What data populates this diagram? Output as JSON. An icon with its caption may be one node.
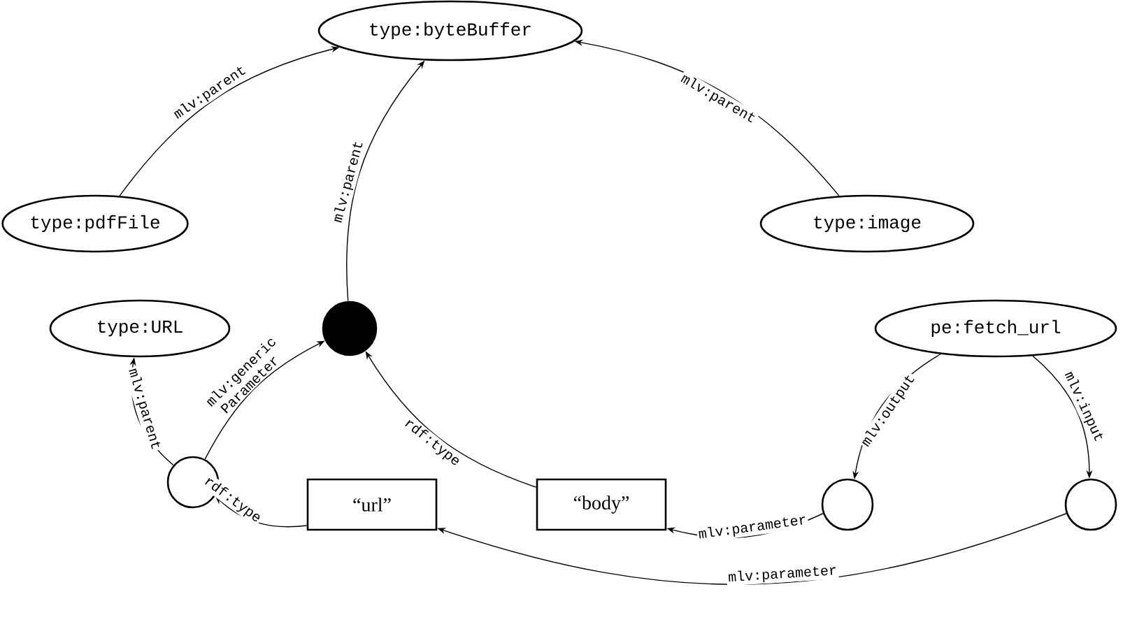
{
  "diagram": {
    "nodes": [
      {
        "text": [
          "type:byteBuffer"
        ]
      },
      {
        "text": [
          "type:pdfFile"
        ]
      },
      {
        "text": [
          "type:image"
        ]
      },
      {
        "text": [
          "type:URL"
        ]
      },
      {
        "text": [],
        "shape": "circle"
      },
      {
        "text": [
          "pe:fetch_url"
        ]
      },
      {
        "text": [],
        "shape": "circle"
      },
      {
        "text": [
          "“url”"
        ]
      },
      {
        "text": [
          "“body”"
        ]
      },
      {
        "text": [],
        "shape": "circle"
      },
      {
        "text": [],
        "shape": "circle"
      }
    ],
    "edges": [
      {
        "from": 1,
        "to": 0,
        "arrow": "to",
        "label": "mlv:parent"
      },
      {
        "from": 4,
        "to": 0,
        "arrow": "to",
        "label": "mlv:parent"
      },
      {
        "from": 2,
        "to": 0,
        "arrow": "to",
        "label": "mlv:parent"
      },
      {
        "from": 6,
        "to": 3,
        "arrow": "to",
        "label": "mlv:parent"
      },
      {
        "from": 6,
        "to": 4,
        "arrow": "to",
        "label": "mlv:generic Parameter"
      },
      {
        "from": 8,
        "to": 4,
        "arrow": "to",
        "label": "rdf:type"
      },
      {
        "from": 7,
        "to": 6,
        "arrow": "to",
        "label": "rdf:type"
      },
      {
        "from": 5,
        "to": 9,
        "arrow": "to",
        "label": "mlv:output"
      },
      {
        "from": 5,
        "to": 10,
        "arrow": "to",
        "label": "mlv:input"
      },
      {
        "from": 9,
        "to": 8,
        "arrow": "to",
        "label": "mlv:parameter"
      },
      {
        "from": 10,
        "to": 7,
        "arrow": "to",
        "label": "mlv:parameter"
      }
    ]
  }
}
